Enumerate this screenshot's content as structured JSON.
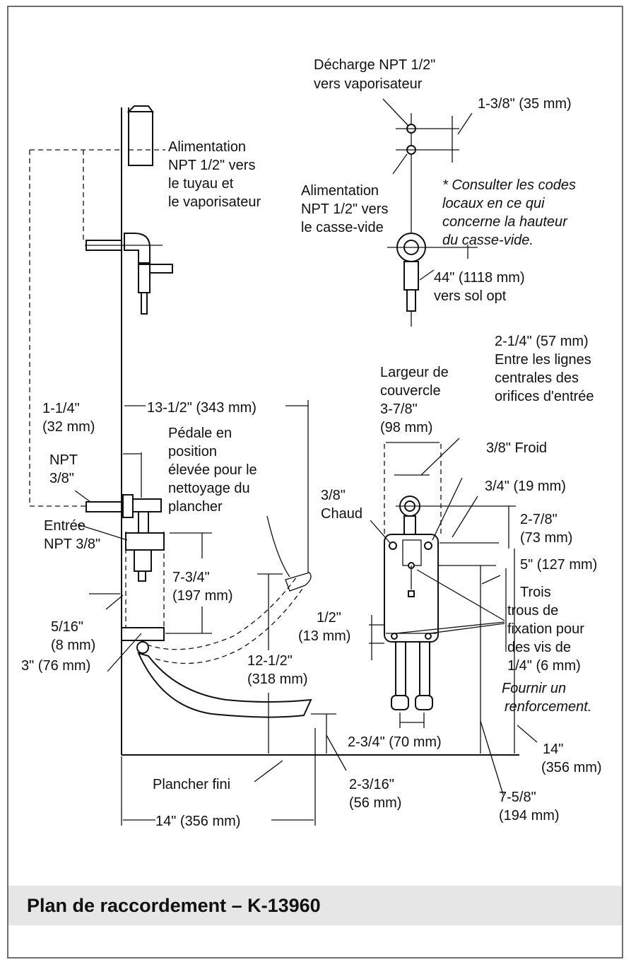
{
  "title": "Plan de raccordement – K-13960",
  "labels": {
    "decharge": [
      "Décharge NPT 1/2\"",
      "vers vaporisateur"
    ],
    "dim_35": "1-3/8\" (35 mm)",
    "alim_tuyau": [
      "Alimentation",
      "NPT 1/2\" vers",
      "le tuyau et",
      "le vaporisateur"
    ],
    "alim_casse": [
      "Alimentation",
      "NPT 1/2\" vers",
      "le casse-vide"
    ],
    "note_codes": [
      "* Consulter les codes",
      "locaux en ce qui",
      "concerne la hauteur",
      "du casse-vide."
    ],
    "dim_44": [
      "44\" (1118 mm)",
      "vers sol opt"
    ],
    "dim_57": [
      "2-1/4\" (57 mm)",
      "Entre les lignes",
      "centrales des",
      "orifices d'entrée"
    ],
    "largeur": [
      "Largeur de",
      "couvercle",
      "3-7/8\"",
      "(98 mm)"
    ],
    "dim_32": [
      "1-1/4\"",
      "(32 mm)"
    ],
    "dim_343": "13-1/2\" (343 mm)",
    "pedale": [
      "Pédale en",
      "position",
      "élevée pour le",
      "nettoyage du",
      "plancher"
    ],
    "froid": "3/8\" Froid",
    "npt38": [
      "NPT",
      "3/8\""
    ],
    "dim_19": "3/4\" (19 mm)",
    "chaud": [
      "3/8\"",
      "Chaud"
    ],
    "dim_73": [
      "2-7/8\"",
      "(73 mm)"
    ],
    "entree": [
      "Entrée",
      "NPT 3/8\""
    ],
    "dim_127": "5\" (127 mm)",
    "dim_197": [
      "7-3/4\"",
      "(197 mm)"
    ],
    "trous": [
      "Trois",
      "trous de",
      "fixation pour",
      "des vis de",
      "1/4\" (6 mm)"
    ],
    "dim_8": [
      "5/16\"",
      "(8 mm)"
    ],
    "dim_13": [
      "1/2\"",
      "(13 mm)"
    ],
    "dim_318": [
      "12-1/2\"",
      "(318 mm)"
    ],
    "dim_76": "3\" (76 mm)",
    "fournir": [
      "Fournir un",
      "renforcement."
    ],
    "dim_70": "2-3/4\" (70 mm)",
    "dim_356_right": [
      "14\"",
      "(356 mm)"
    ],
    "plancher": "Plancher fini",
    "dim_56": [
      "2-3/16\"",
      "(56 mm)"
    ],
    "dim_194": [
      "7-5/8\"",
      "(194 mm)"
    ],
    "dim_356_bottom": "14\" (356 mm)"
  }
}
